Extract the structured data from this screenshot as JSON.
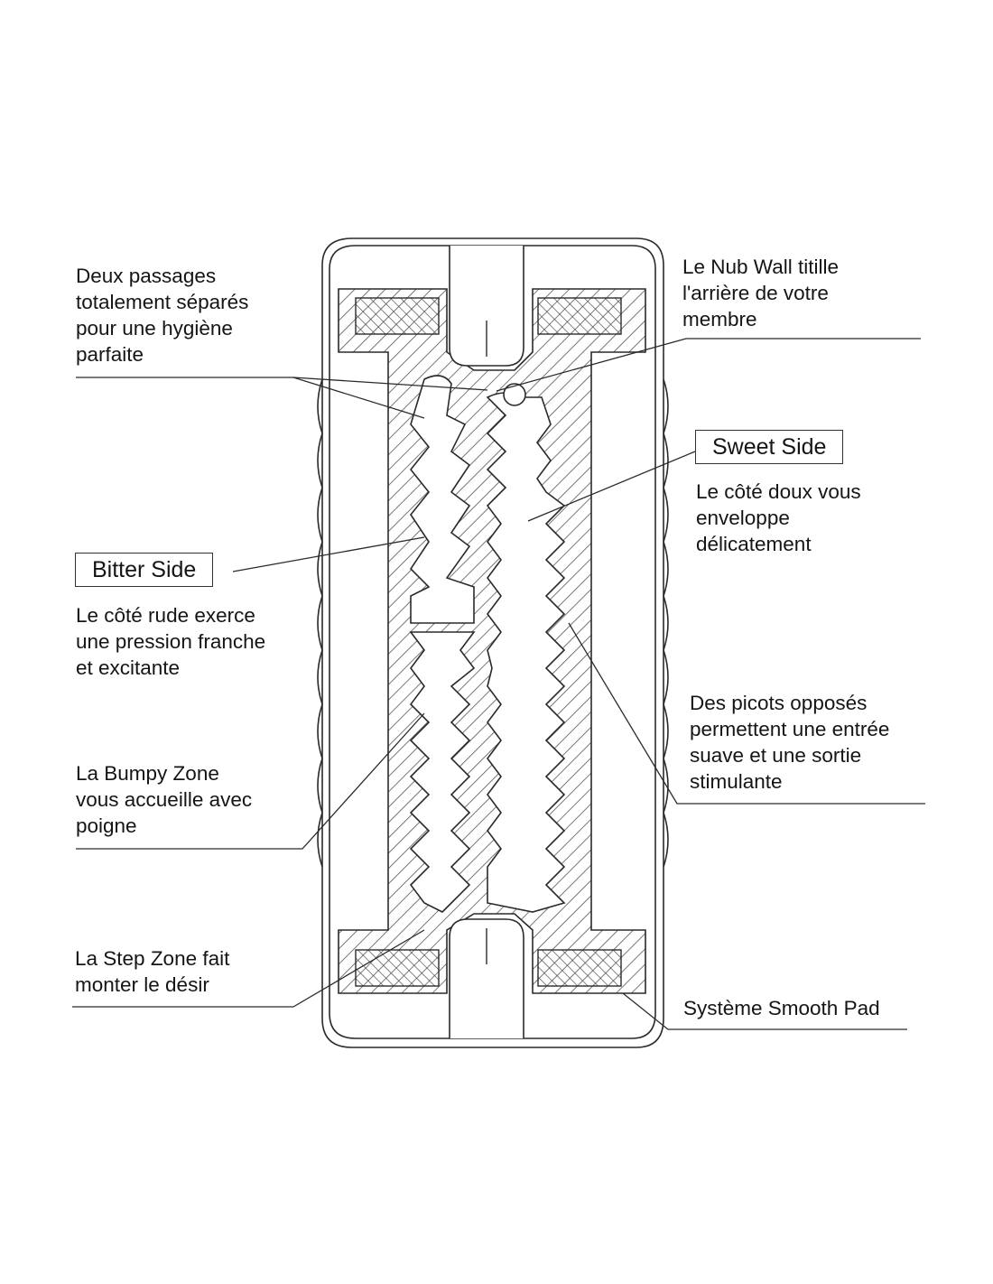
{
  "diagram": {
    "type": "cross-section",
    "callouts": {
      "hygiene": [
        "Deux passages",
        "totalement séparés",
        "pour une hygiène",
        "parfaite"
      ],
      "nub_wall": [
        "Le Nub Wall titille",
        "l'arrière de votre",
        "membre"
      ],
      "sweet_side": {
        "title": "Sweet Side",
        "description": [
          "Le côté doux vous",
          "enveloppe",
          "délicatement"
        ]
      },
      "bitter_side": {
        "title": "Bitter Side",
        "description": [
          "Le côté rude exerce",
          "une pression franche",
          "et excitante"
        ]
      },
      "picots": [
        "Des picots opposés",
        "permettent une entrée",
        "suave et une sortie",
        "stimulante"
      ],
      "bumpy_zone": [
        "La Bumpy Zone",
        "vous accueille avec",
        "poigne"
      ],
      "step_zone": [
        "La Step Zone fait",
        "monter le désir"
      ],
      "smooth_pad": [
        "Système Smooth Pad"
      ]
    },
    "colors": {
      "line": "#2a2a2a",
      "hatch": "#555555",
      "background": "#ffffff"
    }
  }
}
